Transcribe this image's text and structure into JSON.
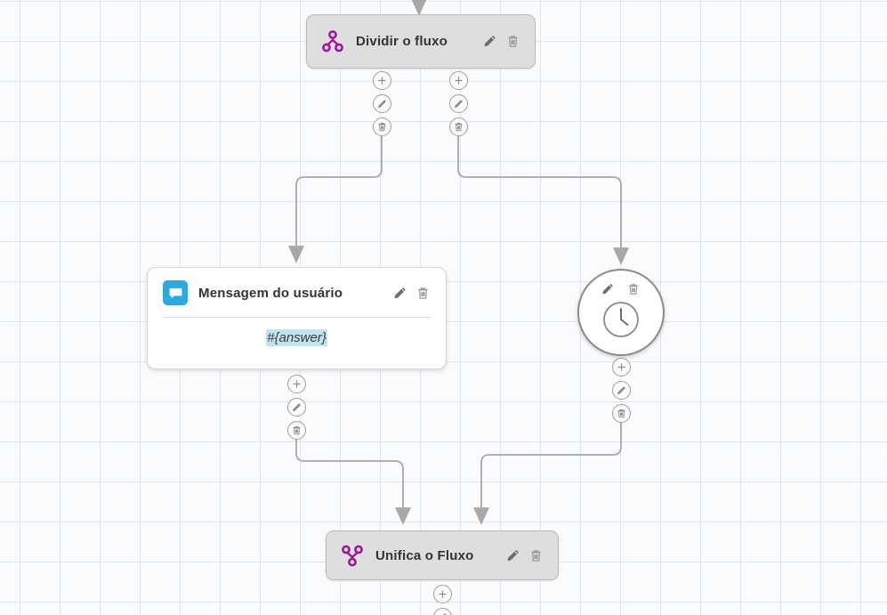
{
  "canvas": {
    "background_color": "#fafbfc",
    "grid_line_color": "#c8d2e4",
    "grid_size": 45
  },
  "colors": {
    "node_gray_fill": "#dededf",
    "node_gray_border": "#b9b9b9",
    "node_white_fill": "#ffffff",
    "purple_icon": "#a0159b",
    "chat_icon_blue": "#29abe2",
    "token_highlight": "#bfe3f2",
    "edge_line": "#a8a8a8",
    "title_text": "#333333"
  },
  "nodes": [
    {
      "id": "split",
      "type": "split-flow",
      "title": "Dividir o fluxo",
      "icon": "split-icon",
      "actions": [
        {
          "name": "edit-icon",
          "label": "Editar"
        },
        {
          "name": "delete-icon",
          "label": "Excluir"
        }
      ]
    },
    {
      "id": "user-message",
      "type": "user-message",
      "title": "Mensagem do usuário",
      "icon": "chat-bubble-icon",
      "body_text": "#{answer}",
      "actions": [
        {
          "name": "edit-icon",
          "label": "Editar"
        },
        {
          "name": "delete-icon",
          "label": "Excluir"
        }
      ]
    },
    {
      "id": "delay",
      "type": "delay",
      "title": "",
      "icon": "clock-icon",
      "actions": [
        {
          "name": "edit-icon",
          "label": "Editar"
        },
        {
          "name": "delete-icon",
          "label": "Excluir"
        }
      ]
    },
    {
      "id": "merge",
      "type": "merge-flow",
      "title": "Unifica o Fluxo",
      "icon": "merge-icon",
      "actions": [
        {
          "name": "edit-icon",
          "label": "Editar"
        },
        {
          "name": "delete-icon",
          "label": "Excluir"
        }
      ]
    }
  ],
  "port_stacks": [
    {
      "id": "split-left",
      "buttons": [
        "add-icon",
        "edit-icon",
        "delete-icon"
      ]
    },
    {
      "id": "split-right",
      "buttons": [
        "add-icon",
        "edit-icon",
        "delete-icon"
      ]
    },
    {
      "id": "message-out",
      "buttons": [
        "add-icon",
        "edit-icon",
        "delete-icon"
      ]
    },
    {
      "id": "delay-out",
      "buttons": [
        "add-icon",
        "edit-icon",
        "delete-icon"
      ]
    },
    {
      "id": "merge-out",
      "buttons": [
        "add-icon",
        "edit-icon"
      ]
    }
  ]
}
